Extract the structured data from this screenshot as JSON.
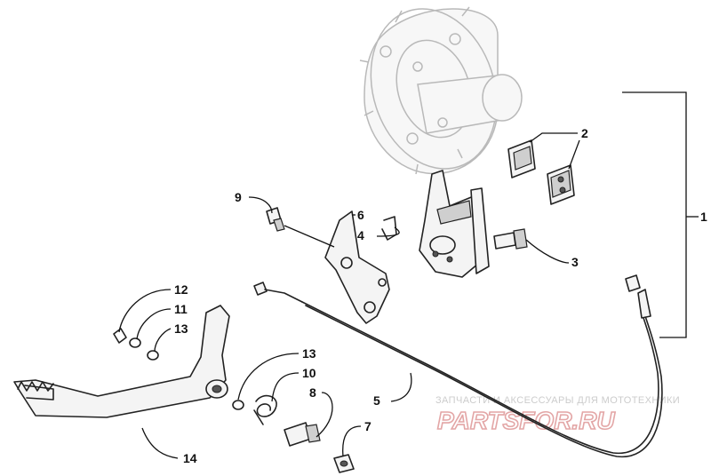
{
  "callouts": {
    "c1": "1",
    "c2": "2",
    "c3": "3",
    "c4": "4",
    "c5": "5",
    "c6": "6",
    "c7": "7",
    "c8": "8",
    "c9": "9",
    "c10": "10",
    "c11": "11",
    "c12": "12",
    "c13a": "13",
    "c13b": "13",
    "c14": "14"
  },
  "watermark": {
    "caption": "ЗАПЧАСТИ И АКСЕССУАРЫ ДЛЯ МОТОТЕХНИКИ",
    "brand": "PARTSFOR.RU",
    "color": "#e3a6a6"
  }
}
